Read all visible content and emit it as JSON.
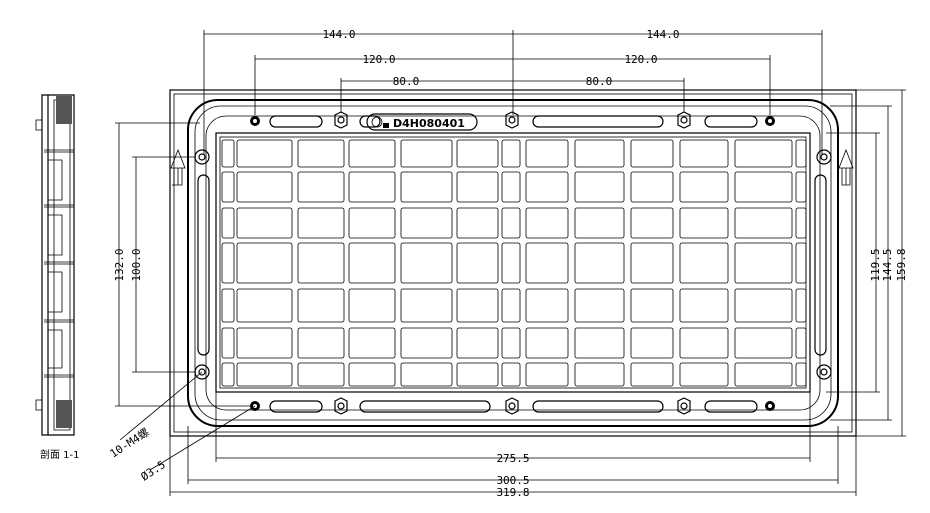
{
  "part_code": "D4H080401",
  "section_label": "剖面 1-1",
  "dimensions": {
    "top_outer": "144.0",
    "top_mid": "120.0",
    "top_inner": "80.0",
    "bottom_inner": "275.5",
    "bottom_mid": "300.5",
    "bottom_outer": "319.8",
    "left_outer": "132.0",
    "left_inner": "100.0",
    "right_inner": "119.5",
    "right_mid": "144.5",
    "right_outer": "159.8"
  },
  "callouts": {
    "screw_holes": "10-M4螺",
    "hole_dia": "Ø3.5"
  }
}
